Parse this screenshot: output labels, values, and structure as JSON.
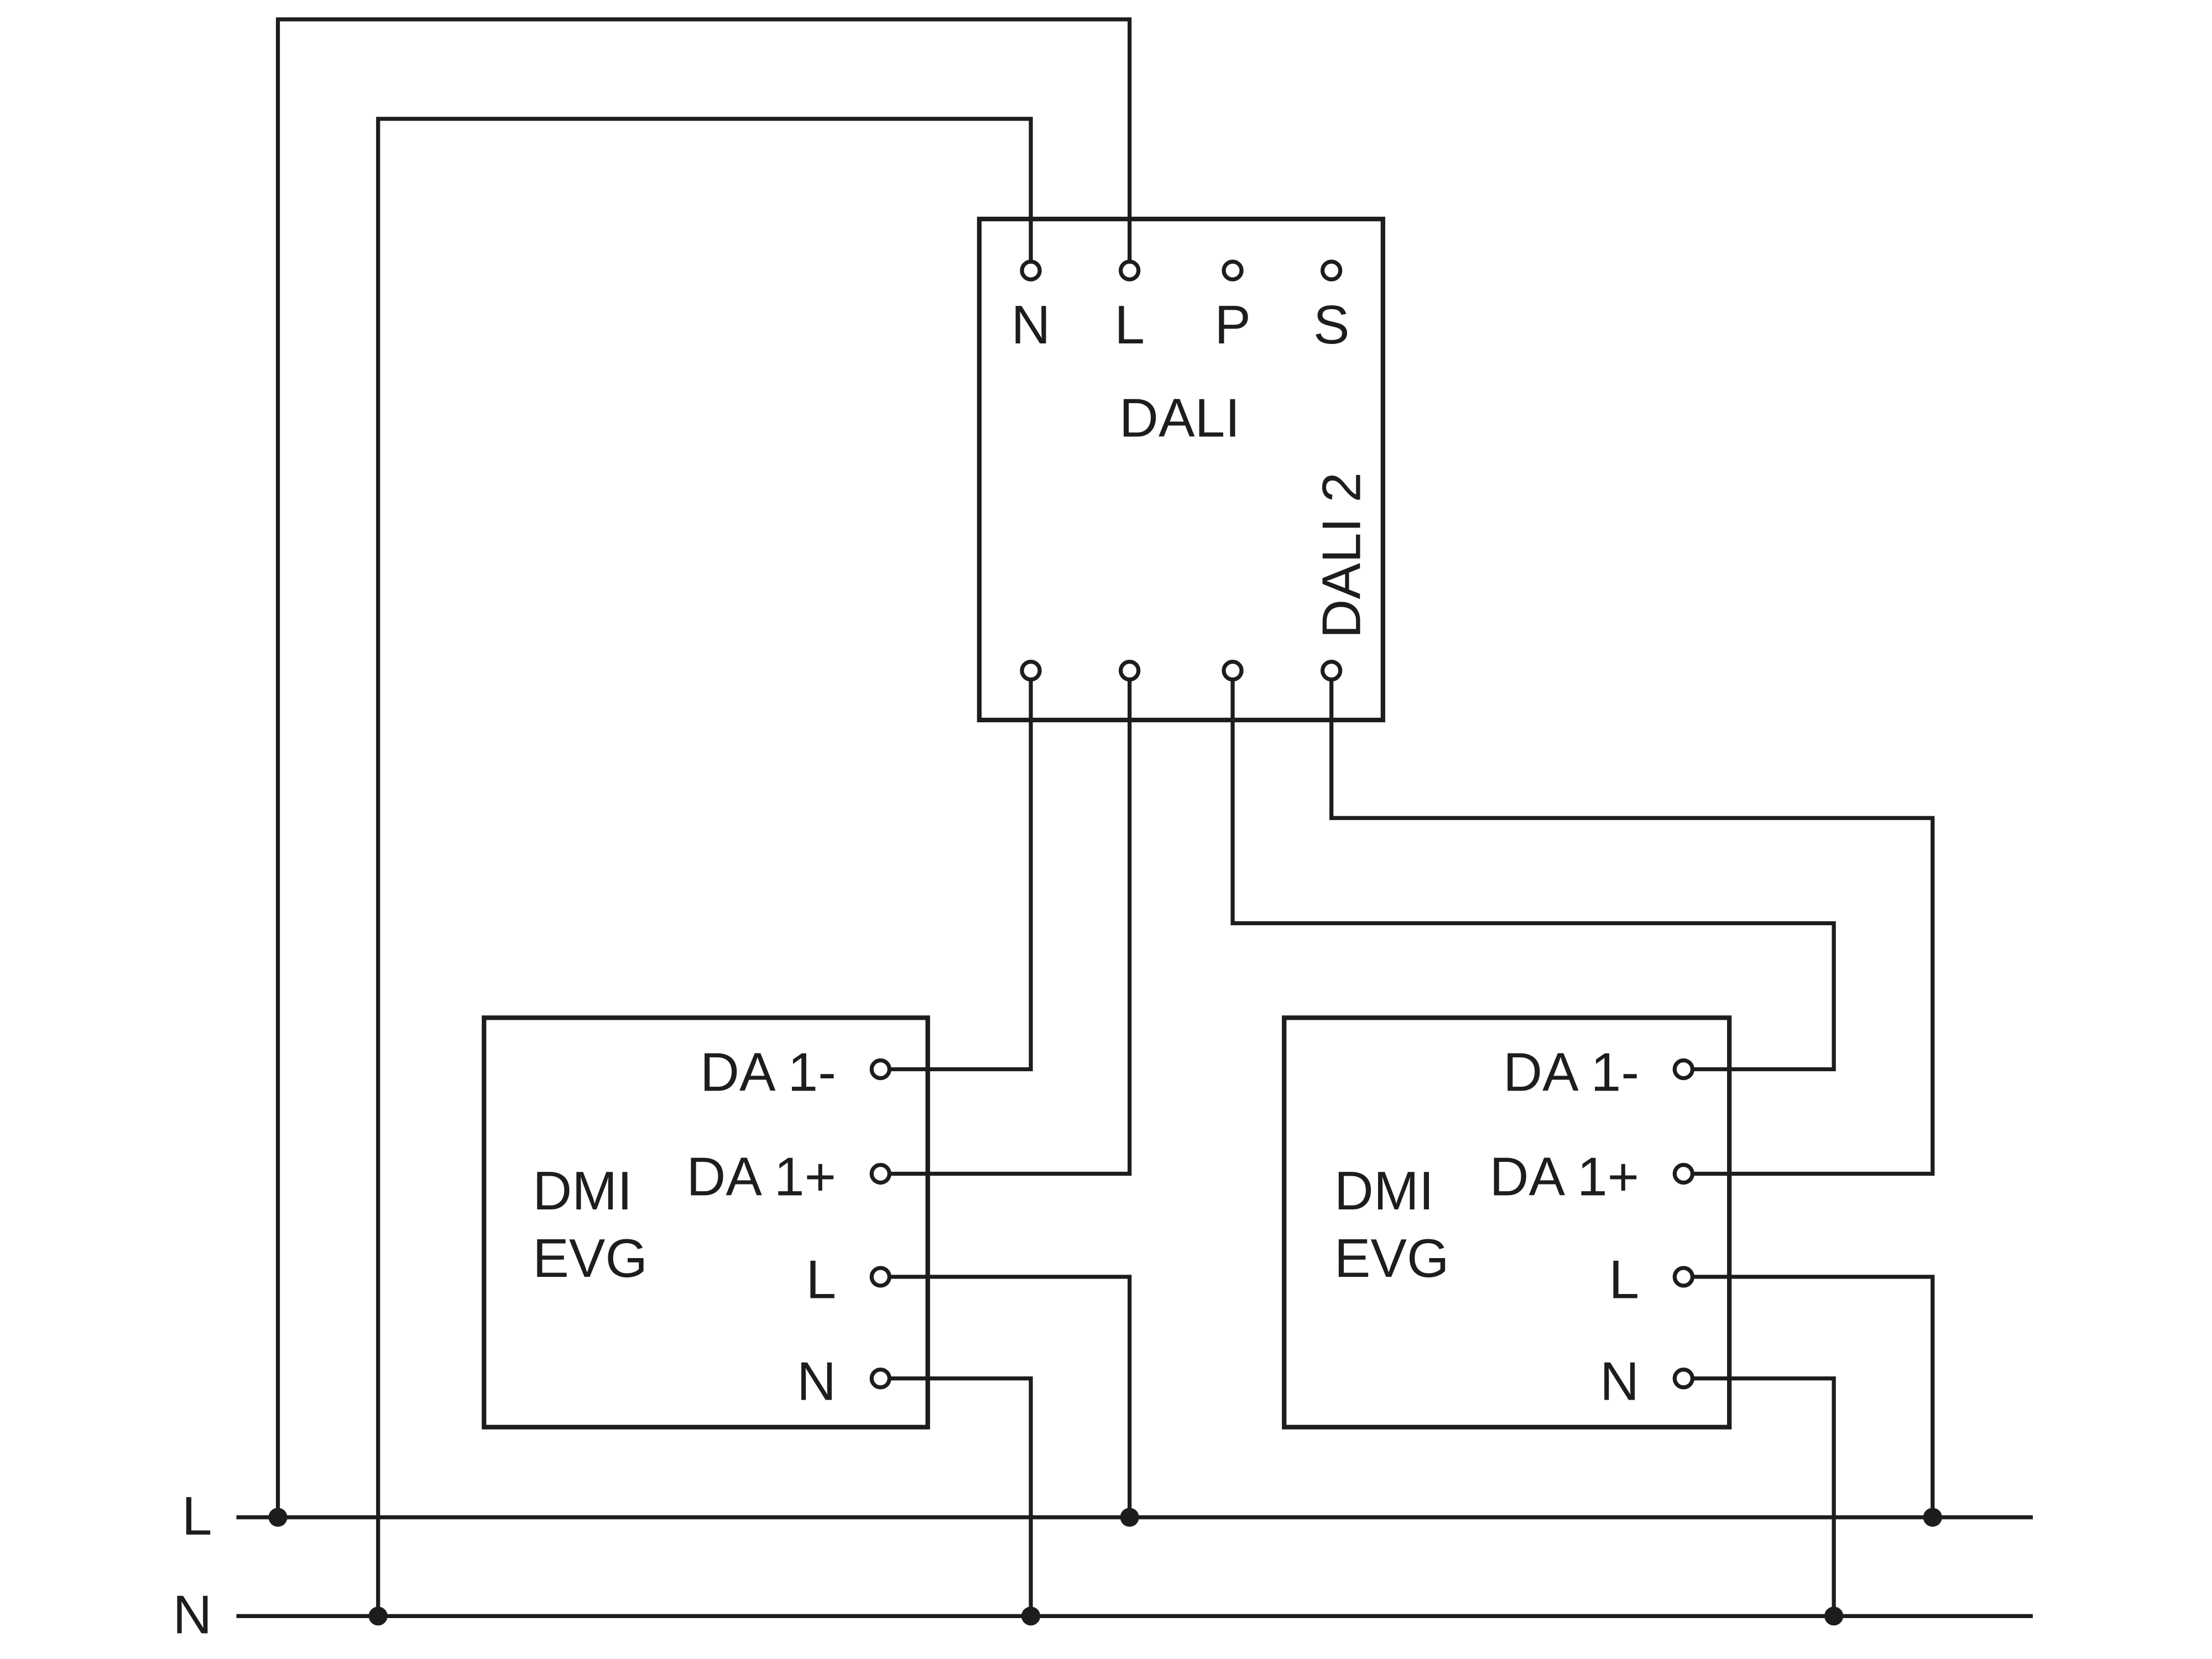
{
  "diagram": {
    "kind": "wiring-schematic",
    "description": "DALI control unit wired to two DMI EVG ballasts with L and N mains buses"
  },
  "colors": {
    "line": "#1d1d1b",
    "background": "#ffffff"
  },
  "dali_unit": {
    "label": "DALI",
    "side_label": "DALI 2",
    "top_terminals": [
      "N",
      "L",
      "P",
      "S"
    ]
  },
  "ballast_left": {
    "name_line1": "DMI",
    "name_line2": "EVG",
    "terminals": [
      "DA 1-",
      "DA 1+",
      "L",
      "N"
    ]
  },
  "ballast_right": {
    "name_line1": "DMI",
    "name_line2": "EVG",
    "terminals": [
      "DA 1-",
      "DA 1+",
      "L",
      "N"
    ]
  },
  "mains": {
    "live_label": "L",
    "neutral_label": "N"
  }
}
